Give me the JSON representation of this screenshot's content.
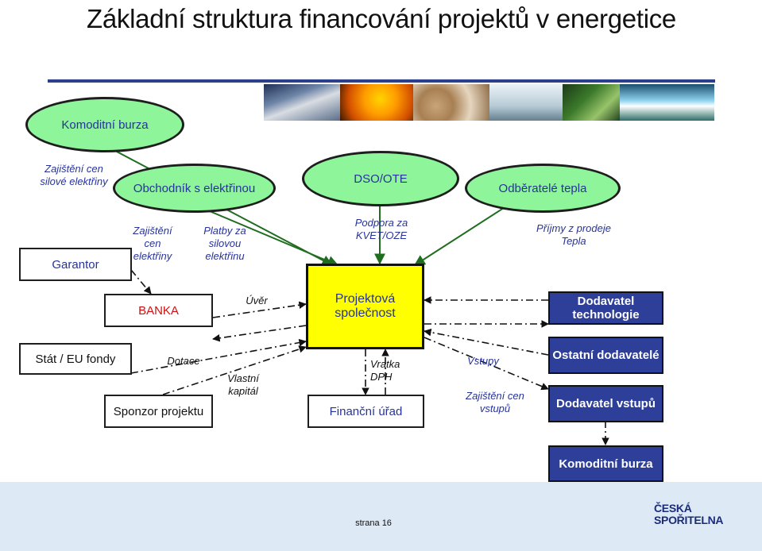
{
  "title": "Základní struktura financování projektů v energetice",
  "nodes": {
    "komoditni_burza_top": "Komoditní burza",
    "obchodnik": "Obchodník s elektřinou",
    "dso_ote": "DSO/OTE",
    "odberatele_tepla": "Odběratelé tepla",
    "garantor": "Garantor",
    "banka": "BANKA",
    "projektova_spolecnost": "Projektová společnost",
    "dodavatel_technologie": "Dodavatel technologie",
    "stat_eu": "Stát / EU fondy",
    "sponzor": "Sponzor projektu",
    "financni_urad": "Finanční úřad",
    "ostatni_dodavatele": "Ostatní dodavatelé",
    "dodavatel_vstupu": "Dodavatel vstupů",
    "komoditni_burza_bottom": "Komoditní burza"
  },
  "labels": {
    "zajisteni_silove": "Zajištění cen silové elektřiny",
    "zajisteni_cen": "Zajištění cen elektřiny",
    "platby": "Platby za silovou elektřinu",
    "podpora": "Podpora za KVET/OZE",
    "prijmy": "Příjmy z prodeje Tepla",
    "uver": "Úvěr",
    "dotace": "Dotace",
    "vlastni_kapital": "Vlastní kapitál",
    "vratka": "Vratka DPH",
    "vstupy": "Vstupy",
    "zajisteni_vstupu": "Zajištění cen vstupů"
  },
  "footer": {
    "page": "strana 16",
    "logo_line1": "ČESKÁ",
    "logo_line2": "SPOŘITELNA"
  },
  "colors": {
    "ellipse_fill": "#8ef59a",
    "blue_box": "#2e3f9a",
    "yellow_box": "#ffff00",
    "text_blue": "#27339a",
    "arrow_green": "#1f6e1f"
  }
}
